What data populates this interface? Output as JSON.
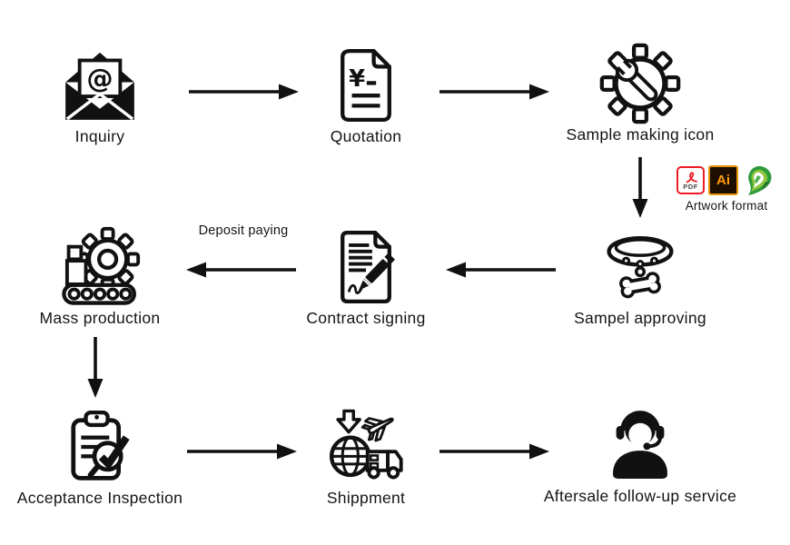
{
  "labels": {
    "inquiry": "Inquiry",
    "quotation": "Quotation",
    "sample_making": "Sample making icon",
    "sampel_approving": "Sampel approving",
    "contract_signing": "Contract signing",
    "mass_production": "Mass production",
    "acceptance_inspection": "Acceptance Inspection",
    "shippment": "Shippment",
    "aftersale": "Aftersale follow-up service",
    "deposit_paying": "Deposit paying",
    "artwork_format": "Artwork format",
    "pdf_badge": "PDF",
    "ai_badge": "Ai",
    "quotation_currency": "¥",
    "inquiry_at": "@"
  },
  "icons": {
    "inquiry": "open-envelope-email-icon",
    "quotation": "price-document-icon",
    "sample_making": "gear-wrench-icon",
    "sampel_approving": "dog-collar-bone-icon",
    "contract_signing": "document-pen-signature-icon",
    "mass_production": "gear-conveyor-icon",
    "acceptance_inspection": "clipboard-magnifier-check-icon",
    "shippment": "globe-plane-truck-icon",
    "aftersale": "support-agent-headset-icon",
    "artwork_formats": [
      "pdf-file-icon",
      "adobe-illustrator-icon",
      "coreldraw-icon"
    ]
  },
  "edges": [
    {
      "from": "inquiry",
      "to": "quotation",
      "direction": "right"
    },
    {
      "from": "quotation",
      "to": "sample_making",
      "direction": "right"
    },
    {
      "from": "sample_making",
      "to": "sampel_approving",
      "direction": "down",
      "annotation": "Artwork format"
    },
    {
      "from": "sampel_approving",
      "to": "contract_signing",
      "direction": "left"
    },
    {
      "from": "contract_signing",
      "to": "mass_production",
      "direction": "left",
      "label": "Deposit paying"
    },
    {
      "from": "mass_production",
      "to": "acceptance_inspection",
      "direction": "down"
    },
    {
      "from": "acceptance_inspection",
      "to": "shippment",
      "direction": "right"
    },
    {
      "from": "shippment",
      "to": "aftersale",
      "direction": "right"
    }
  ],
  "colors": {
    "background": "#FFFFFF",
    "ink": "#111111",
    "pdf_red": "#EC1C24",
    "ai_orange": "#FF9C08",
    "ai_dark": "#1E0E00",
    "corel_green_dark": "#2E9B3A",
    "corel_green_light": "#8CC63F"
  }
}
